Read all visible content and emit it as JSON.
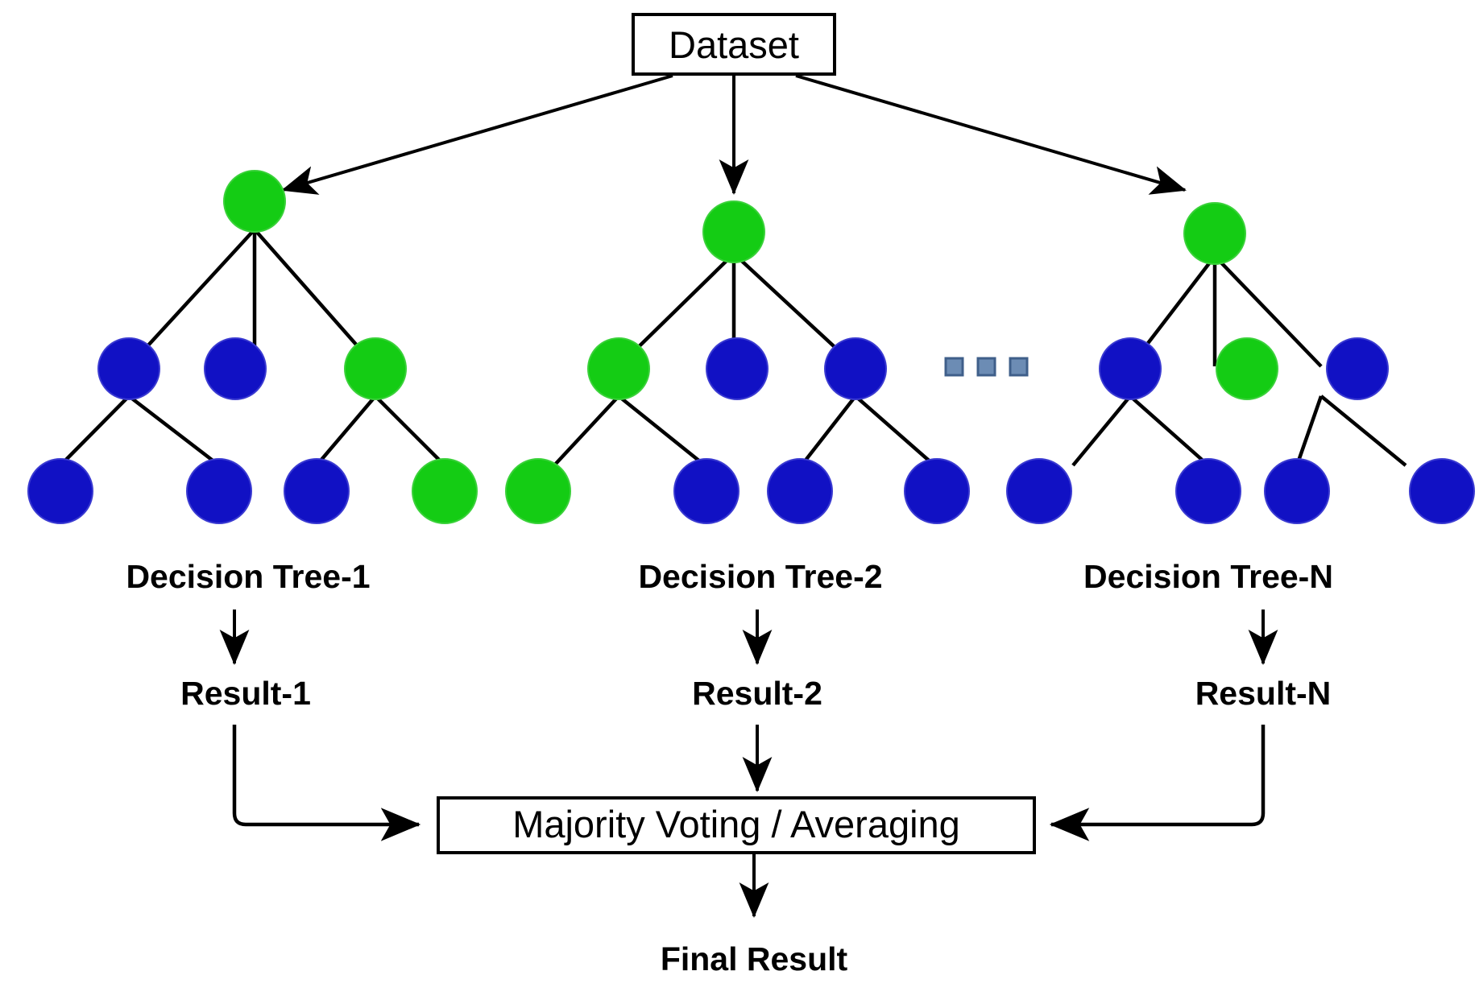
{
  "diagram": {
    "title_box": {
      "label": "Dataset"
    },
    "aggregator_box": {
      "label": "Majority Voting / Averaging"
    },
    "final": {
      "label": "Final Result"
    },
    "trees": [
      {
        "label": "Decision Tree-1",
        "result_label": "Result-1"
      },
      {
        "label": "Decision Tree-2",
        "result_label": "Result-2"
      },
      {
        "label": "Decision Tree-N",
        "result_label": "Result-N"
      }
    ],
    "ellipsis": {
      "label": "",
      "count": 3
    },
    "colors": {
      "node_green": "#14cc14",
      "node_blue": "#1111c4",
      "ellipsis_square": "#6c8cb4",
      "stroke": "#000000",
      "background": "#ffffff"
    },
    "nodes": {
      "tree1": {
        "root": {
          "color": "green"
        },
        "level2": [
          {
            "color": "blue"
          },
          {
            "color": "blue"
          },
          {
            "color": "green"
          }
        ],
        "level3": [
          {
            "color": "blue"
          },
          {
            "color": "blue"
          },
          {
            "color": "blue"
          },
          {
            "color": "green"
          }
        ]
      },
      "tree2": {
        "root": {
          "color": "green"
        },
        "level2": [
          {
            "color": "green"
          },
          {
            "color": "blue"
          },
          {
            "color": "blue"
          }
        ],
        "level3": [
          {
            "color": "green"
          },
          {
            "color": "blue"
          },
          {
            "color": "blue"
          },
          {
            "color": "blue"
          }
        ]
      },
      "treeN": {
        "root": {
          "color": "green"
        },
        "level2": [
          {
            "color": "blue"
          },
          {
            "color": "green"
          },
          {
            "color": "blue"
          }
        ],
        "level3": [
          {
            "color": "blue"
          },
          {
            "color": "blue"
          },
          {
            "color": "blue"
          },
          {
            "color": "blue"
          }
        ]
      }
    }
  }
}
